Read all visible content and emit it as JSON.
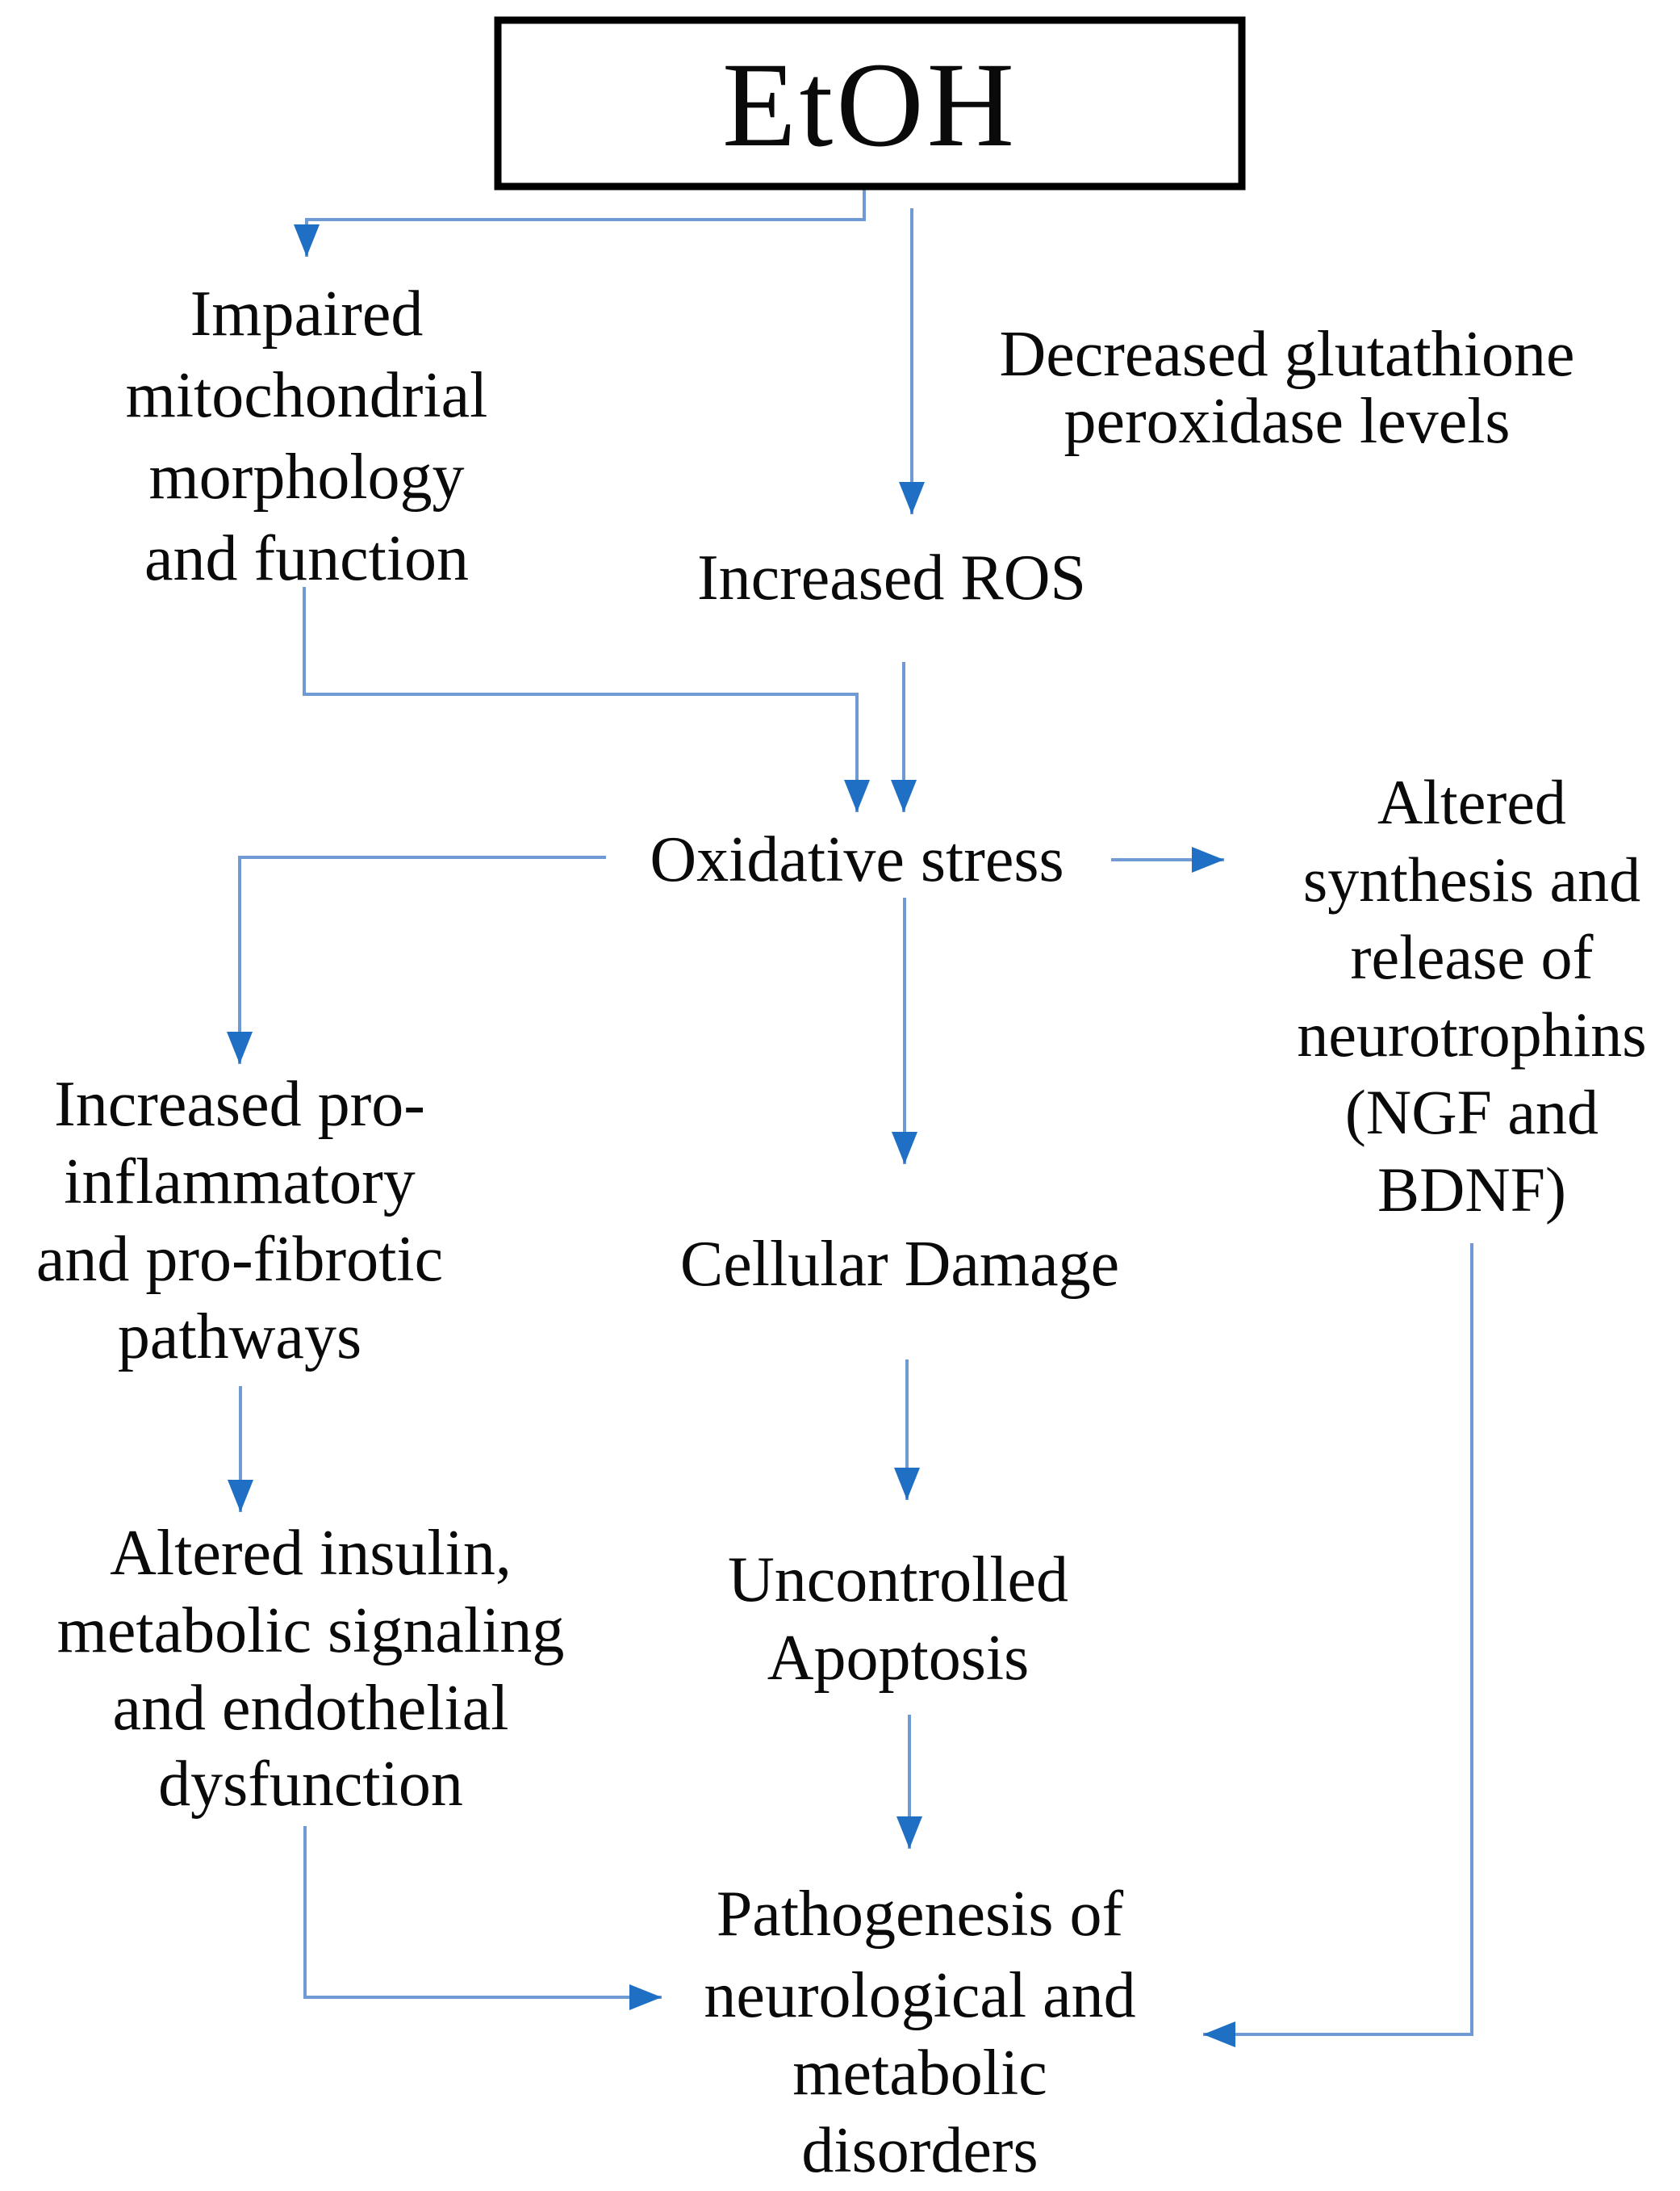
{
  "diagram": {
    "description": "Flowchart of EtOH (ethanol) effects leading to pathogenesis of neurological and metabolic disorders",
    "root": {
      "label": "EtOH"
    },
    "nodes": {
      "impaired_mitochondrial": {
        "lines": [
          "Impaired",
          "mitochondrial",
          "morphology",
          "and function"
        ]
      },
      "decreased_glutathione": {
        "lines": [
          "Decreased glutathione",
          "peroxidase levels"
        ]
      },
      "increased_ros": {
        "lines": [
          "Increased ROS"
        ]
      },
      "oxidative_stress": {
        "lines": [
          "Oxidative stress"
        ]
      },
      "altered_neurotrophins": {
        "lines": [
          "Altered",
          "synthesis and",
          "release of",
          "neurotrophins",
          "(NGF and",
          "BDNF)"
        ]
      },
      "pro_inflammatory": {
        "lines": [
          "Increased pro-",
          "inflammatory",
          "and pro-fibrotic",
          "pathways"
        ]
      },
      "cellular_damage": {
        "lines": [
          "Cellular Damage"
        ]
      },
      "altered_insulin": {
        "lines": [
          "Altered insulin,",
          "metabolic signaling",
          "and endothelial",
          "dysfunction"
        ]
      },
      "uncontrolled_apoptosis": {
        "lines": [
          "Uncontrolled",
          "Apoptosis"
        ]
      },
      "pathogenesis": {
        "lines": [
          "Pathogenesis of",
          "neurological and",
          "metabolic",
          "disorders"
        ]
      }
    },
    "edges": [
      {
        "from": "EtOH",
        "to": "Impaired mitochondrial morphology and function"
      },
      {
        "from": "EtOH",
        "to": "Increased ROS"
      },
      {
        "from": "Impaired mitochondrial morphology and function",
        "to": "Oxidative stress"
      },
      {
        "from": "Increased ROS",
        "to": "Oxidative stress"
      },
      {
        "from": "Oxidative stress",
        "to": "Altered synthesis and release of neurotrophins (NGF and BDNF)"
      },
      {
        "from": "Oxidative stress",
        "to": "Increased pro-inflammatory and pro-fibrotic pathways"
      },
      {
        "from": "Oxidative stress",
        "to": "Cellular Damage"
      },
      {
        "from": "Cellular Damage",
        "to": "Uncontrolled Apoptosis"
      },
      {
        "from": "Uncontrolled Apoptosis",
        "to": "Pathogenesis of neurological and metabolic disorders"
      },
      {
        "from": "Increased pro-inflammatory and pro-fibrotic pathways",
        "to": "Altered insulin, metabolic signaling and endothelial dysfunction"
      },
      {
        "from": "Altered insulin, metabolic signaling and endothelial dysfunction",
        "to": "Pathogenesis of neurological and metabolic disorders"
      },
      {
        "from": "Altered synthesis and release of neurotrophins (NGF and BDNF)",
        "to": "Pathogenesis of neurological and metabolic disorders"
      }
    ],
    "colors": {
      "arrow_stem": "#6f9ad3",
      "arrow_head": "#1f6fc4",
      "box_border": "#000000",
      "text": "#0a0a0a",
      "background": "#ffffff"
    }
  }
}
